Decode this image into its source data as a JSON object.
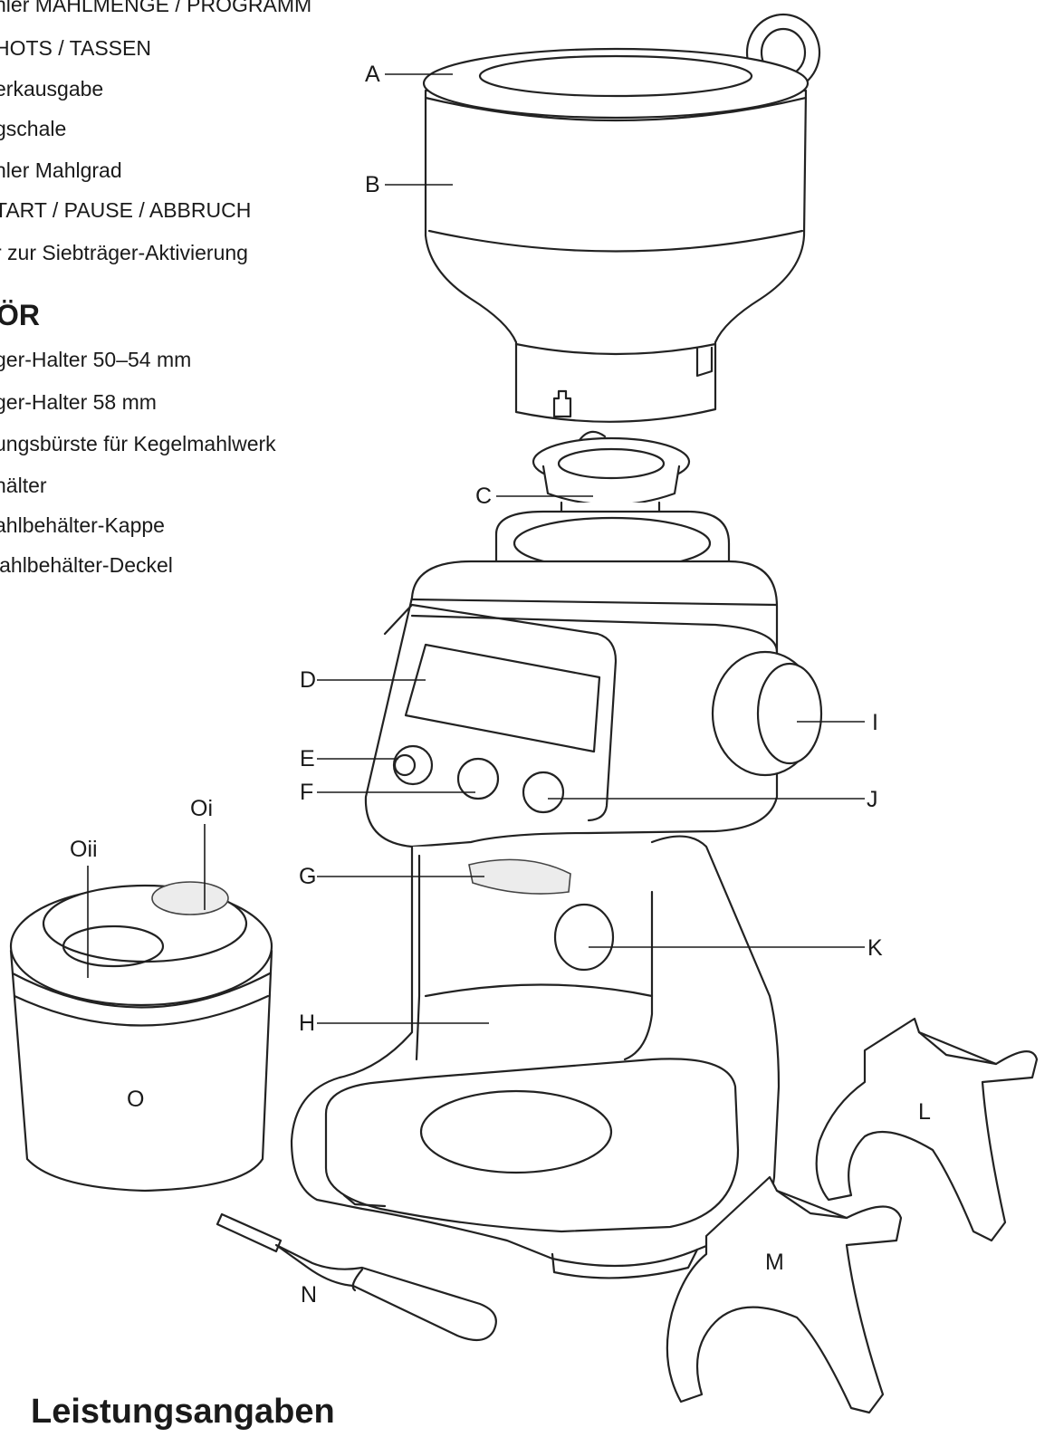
{
  "legend_items": [
    "hler MAHLMENGE / PROGRAMM",
    "HOTS / TASSEN",
    "erkausgabe",
    "gschale",
    "hler Mahlgrad",
    "TART / PAUSE / ABBRUCH",
    "r zur Siebträger-Aktivierung"
  ],
  "accessories_heading": "ÖR",
  "accessory_items": [
    "ger-Halter 50–54 mm",
    "ger-Halter 58 mm",
    "ungsbürste für Kegelmahlwerk",
    "hälter",
    "ahlbehälter-Kappe",
    "lahlbehälter-Deckel"
  ],
  "part_labels": {
    "A": "A",
    "B": "B",
    "C": "C",
    "D": "D",
    "E": "E",
    "F": "F",
    "G": "G",
    "H": "H",
    "I": "I",
    "J": "J",
    "K": "K",
    "L": "L",
    "M": "M",
    "N": "N",
    "O": "O",
    "Oi": "Oi",
    "Oii": "Oii"
  },
  "footer_heading": "Leistungsangaben"
}
